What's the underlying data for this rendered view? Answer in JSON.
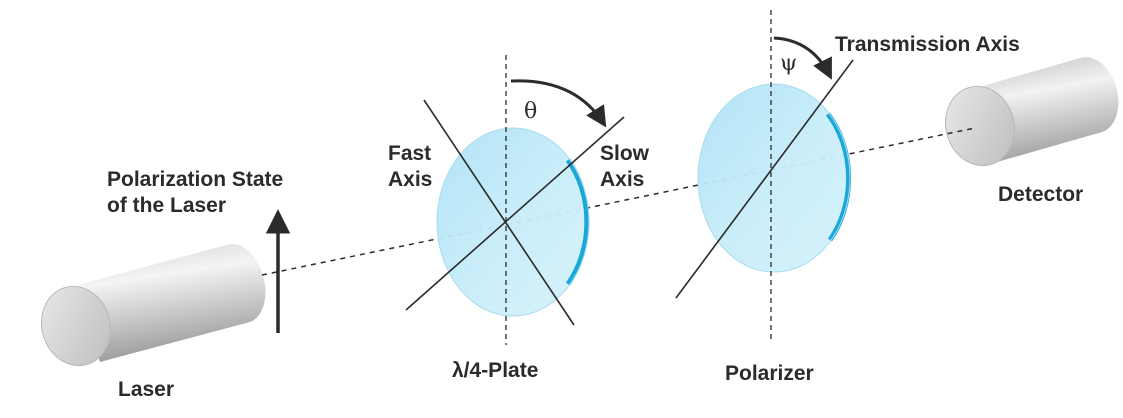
{
  "labels": {
    "polarization_line1": "Polarization State",
    "polarization_line2": "of the Laser",
    "fast_line1": "Fast",
    "fast_line2": "Axis",
    "slow_line1": "Slow",
    "slow_line2": "Axis",
    "theta": "θ",
    "psi": "ψ",
    "transmission_axis": "Transmission Axis",
    "detector": "Detector",
    "laser": "Laser",
    "quarter_wave_plate": "λ/4-Plate",
    "polarizer": "Polarizer"
  },
  "colors": {
    "plate_fill": "#b6e6f6",
    "plate_edge": "#1aa7d9",
    "line": "#2b2b2b",
    "cylinder_light": "#e6e6e6",
    "cylinder_dark": "#8f8f8f"
  }
}
